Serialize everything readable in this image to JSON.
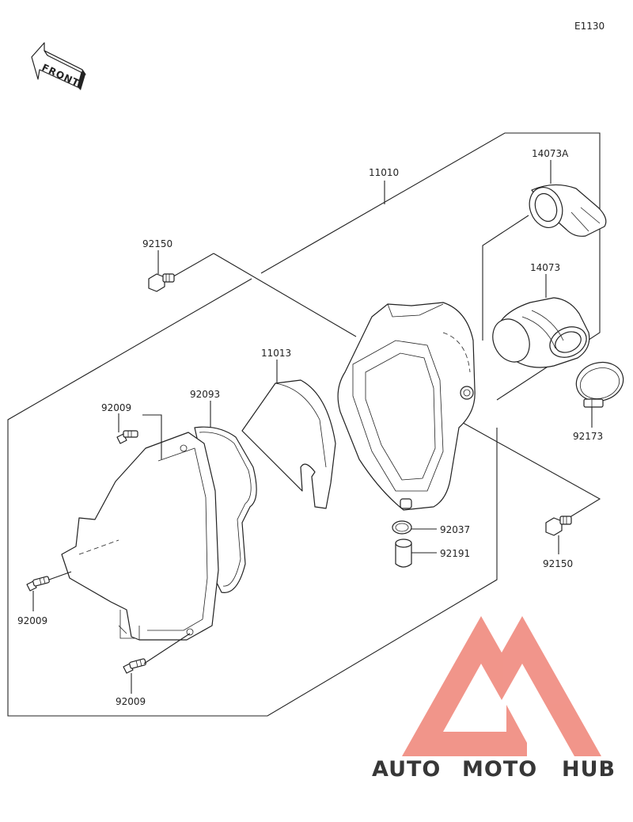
{
  "diagram": {
    "code": "E1130",
    "front_label": "FRONT",
    "parts": [
      {
        "id": "p-11010",
        "label": "11010"
      },
      {
        "id": "p-14073A",
        "label": "14073A"
      },
      {
        "id": "p-14073",
        "label": "14073"
      },
      {
        "id": "p-92150-top",
        "label": "92150"
      },
      {
        "id": "p-11013",
        "label": "11013"
      },
      {
        "id": "p-92009-upper",
        "label": "92009"
      },
      {
        "id": "p-92093",
        "label": "92093"
      },
      {
        "id": "p-92173",
        "label": "92173"
      },
      {
        "id": "p-92037",
        "label": "92037"
      },
      {
        "id": "p-92150-right",
        "label": "92150"
      },
      {
        "id": "p-92191",
        "label": "92191"
      },
      {
        "id": "p-92009-left",
        "label": "92009"
      },
      {
        "id": "p-92009-bottom",
        "label": "92009"
      }
    ]
  },
  "watermark": {
    "word1": "AUTO",
    "word2": "MOTO",
    "word3": "HUB",
    "color_primary": "#f08a7e",
    "color_secondary": "#f6bf8f",
    "color_dark": "#8a8a8a"
  }
}
